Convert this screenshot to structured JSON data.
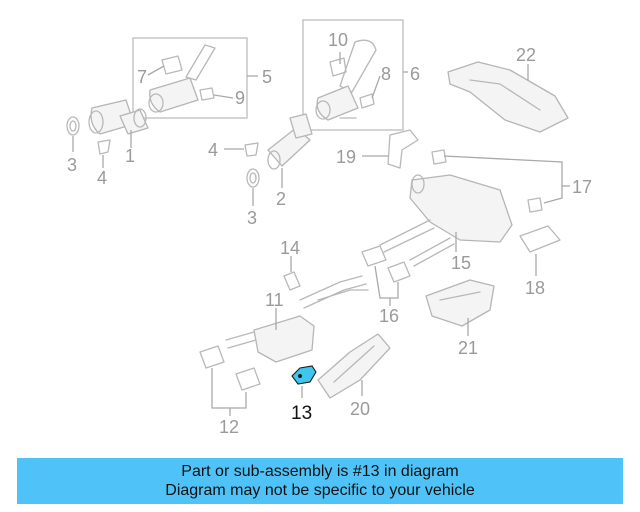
{
  "diagram": {
    "callouts": {
      "c1": "1",
      "c2": "2",
      "c3a": "3",
      "c3b": "3",
      "c4a": "4",
      "c4b": "4",
      "c5": "5",
      "c6": "6",
      "c7": "7",
      "c8": "8",
      "c9": "9",
      "c10": "10",
      "c11": "11",
      "c12": "12",
      "c13": "13",
      "c14": "14",
      "c15": "15",
      "c16": "16",
      "c17": "17",
      "c18": "18",
      "c19": "19",
      "c20": "20",
      "c21": "21",
      "c22": "22"
    },
    "highlighted_part": "13",
    "highlight_color": "#3ec6ee"
  },
  "banner": {
    "line1": "Part or sub-assembly is #13 in diagram",
    "line2": "Diagram may not be specific to your vehicle",
    "background": "#4fc3f7"
  }
}
